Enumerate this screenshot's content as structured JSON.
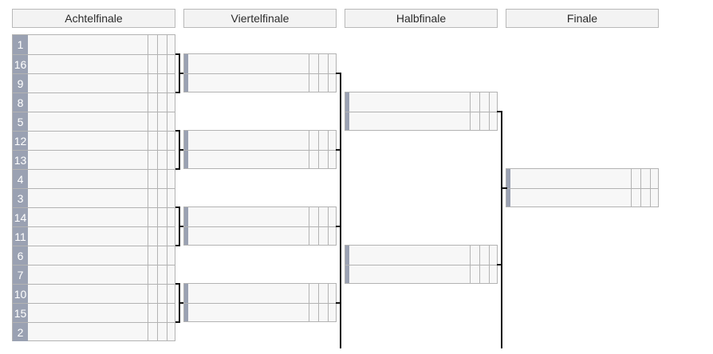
{
  "bracket": {
    "rounds": [
      "Achtelfinale",
      "Viertelfinale",
      "Halbfinale",
      "Finale"
    ],
    "seeds": [
      "1",
      "16",
      "9",
      "8",
      "5",
      "12",
      "13",
      "4",
      "3",
      "14",
      "11",
      "6",
      "7",
      "10",
      "15",
      "2"
    ]
  }
}
